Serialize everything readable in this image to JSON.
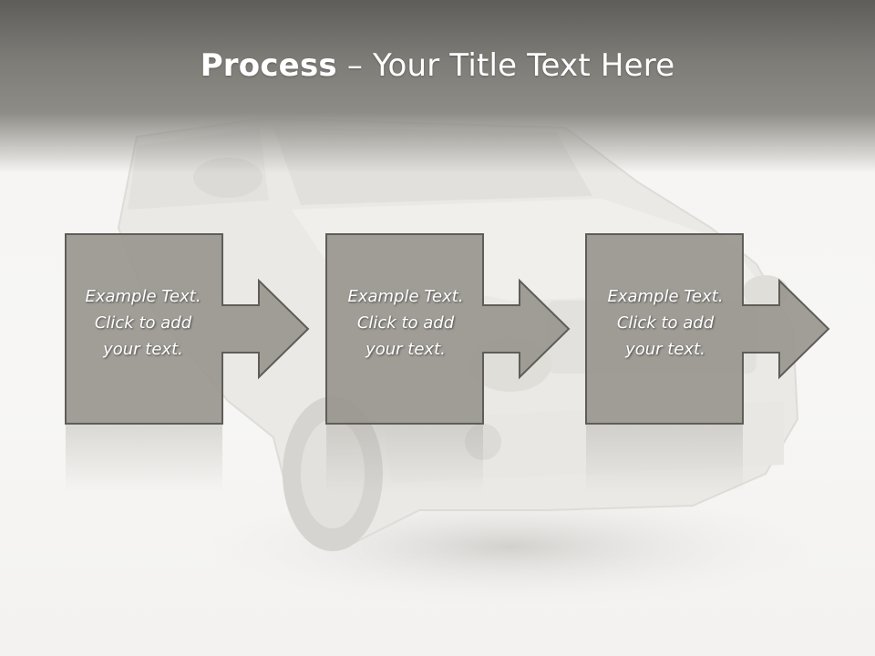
{
  "slide": {
    "title_bold": "Process",
    "title_rest": " – Your Title Text Here"
  },
  "steps": [
    {
      "line1": "Example Text.",
      "line2": "Click  to add",
      "line3": "your text."
    },
    {
      "line1": "Example Text.",
      "line2": "Click  to add",
      "line3": "your text."
    },
    {
      "line1": "Example Text.",
      "line2": "Click  to add",
      "line3": "your text."
    }
  ],
  "colors": {
    "box_fill": "#9a9790",
    "box_stroke": "#5f5d58",
    "title_band": "#7e7c77"
  }
}
